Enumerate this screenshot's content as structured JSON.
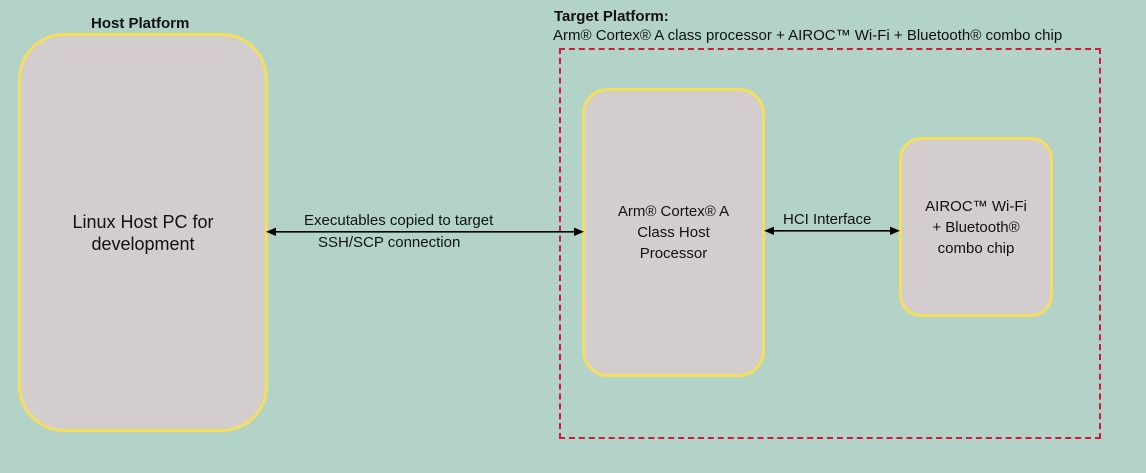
{
  "host_platform": {
    "title": "Host Platform",
    "box_label": "Linux Host PC for\ndevelopment"
  },
  "target_platform": {
    "title": "Target Platform:",
    "subtitle": "Arm® Cortex® A class processor + AIROC™ Wi-Fi + Bluetooth® combo chip",
    "processor_label": "Arm® Cortex® A\nClass Host\nProcessor",
    "chip_label": "AIROC™ Wi-Fi\n+ Bluetooth®\ncombo chip"
  },
  "connections": {
    "host_to_processor_line1": "Executables copied to target",
    "host_to_processor_line2": "SSH/SCP connection",
    "processor_to_chip": "HCI Interface"
  },
  "colors": {
    "background": "#b4d3c8",
    "box_fill": "#d3cdcd",
    "box_border": "#f4df5c",
    "target_frame": "#d11a3a"
  }
}
